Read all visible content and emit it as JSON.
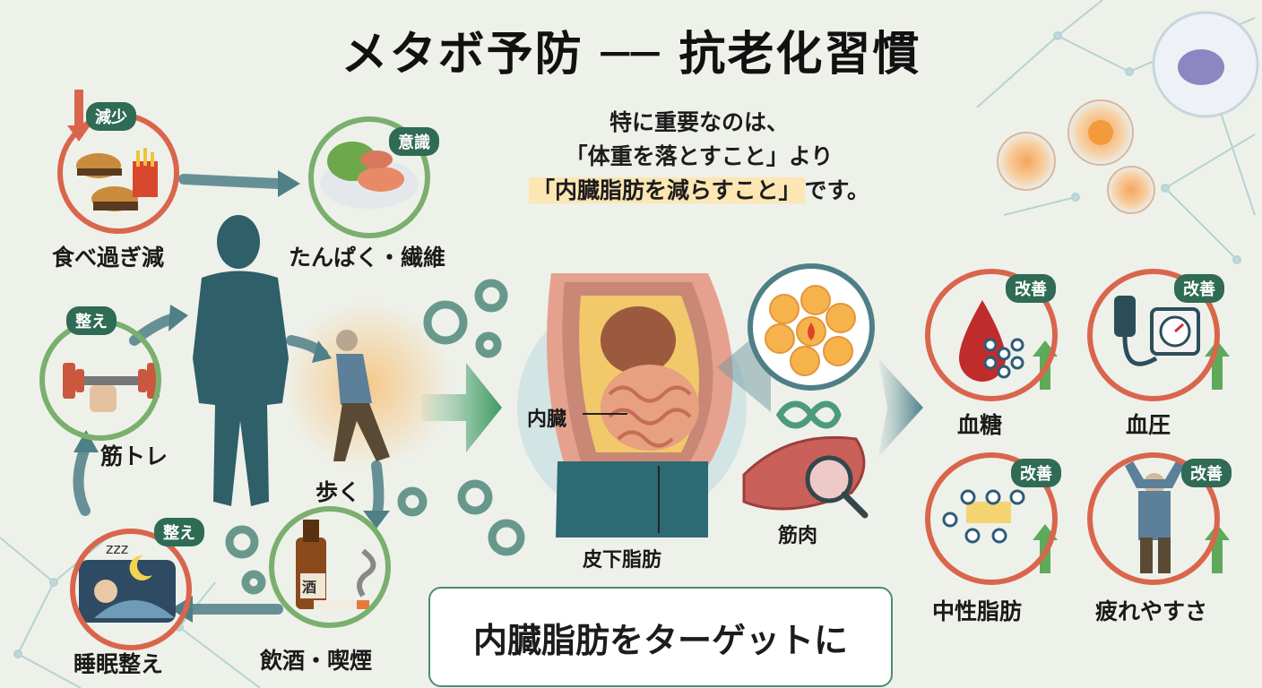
{
  "title": "メタボ予防 ── 抗老化習慣",
  "key_message": {
    "line1": "特に重要なのは、",
    "line2": "「体重を落とすこと」より",
    "line3_highlight": "「内臓脂肪を減らすこと」",
    "line3_tail": "です。"
  },
  "habits": {
    "overeating": {
      "badge": "減少",
      "label": "食べ過ぎ減"
    },
    "protein_fiber": {
      "badge": "意識",
      "label": "たんぱく・繊維"
    },
    "strength": {
      "badge": "整え",
      "label": "筋トレ"
    },
    "walking": {
      "label": "歩く"
    },
    "sleep": {
      "badge": "整え",
      "label": "睡眠整え"
    },
    "alcohol_smoking": {
      "badge_text": "酒",
      "label": "飲酒・喫煙"
    }
  },
  "anatomy": {
    "visceral_label": "内臓",
    "subcutaneous_label": "皮下脂肪",
    "muscle_label": "筋肉"
  },
  "target": "内臓脂肪をターゲットに",
  "outcomes": [
    {
      "badge": "改善",
      "label": "血糖",
      "icon": "blood-drop-icon"
    },
    {
      "badge": "改善",
      "label": "血圧",
      "icon": "blood-pressure-monitor-icon"
    },
    {
      "badge": "改善",
      "label": "中性脂肪",
      "icon": "molecule-icon"
    },
    {
      "badge": "改善",
      "label": "疲れやすさ",
      "icon": "energetic-person-icon"
    }
  ],
  "colors": {
    "accent_red": "#d9664c",
    "accent_green": "#7aaf6e",
    "badge_green": "#2f6b55",
    "silhouette": "#2f5f68",
    "highlight": "#fbe6b4"
  }
}
